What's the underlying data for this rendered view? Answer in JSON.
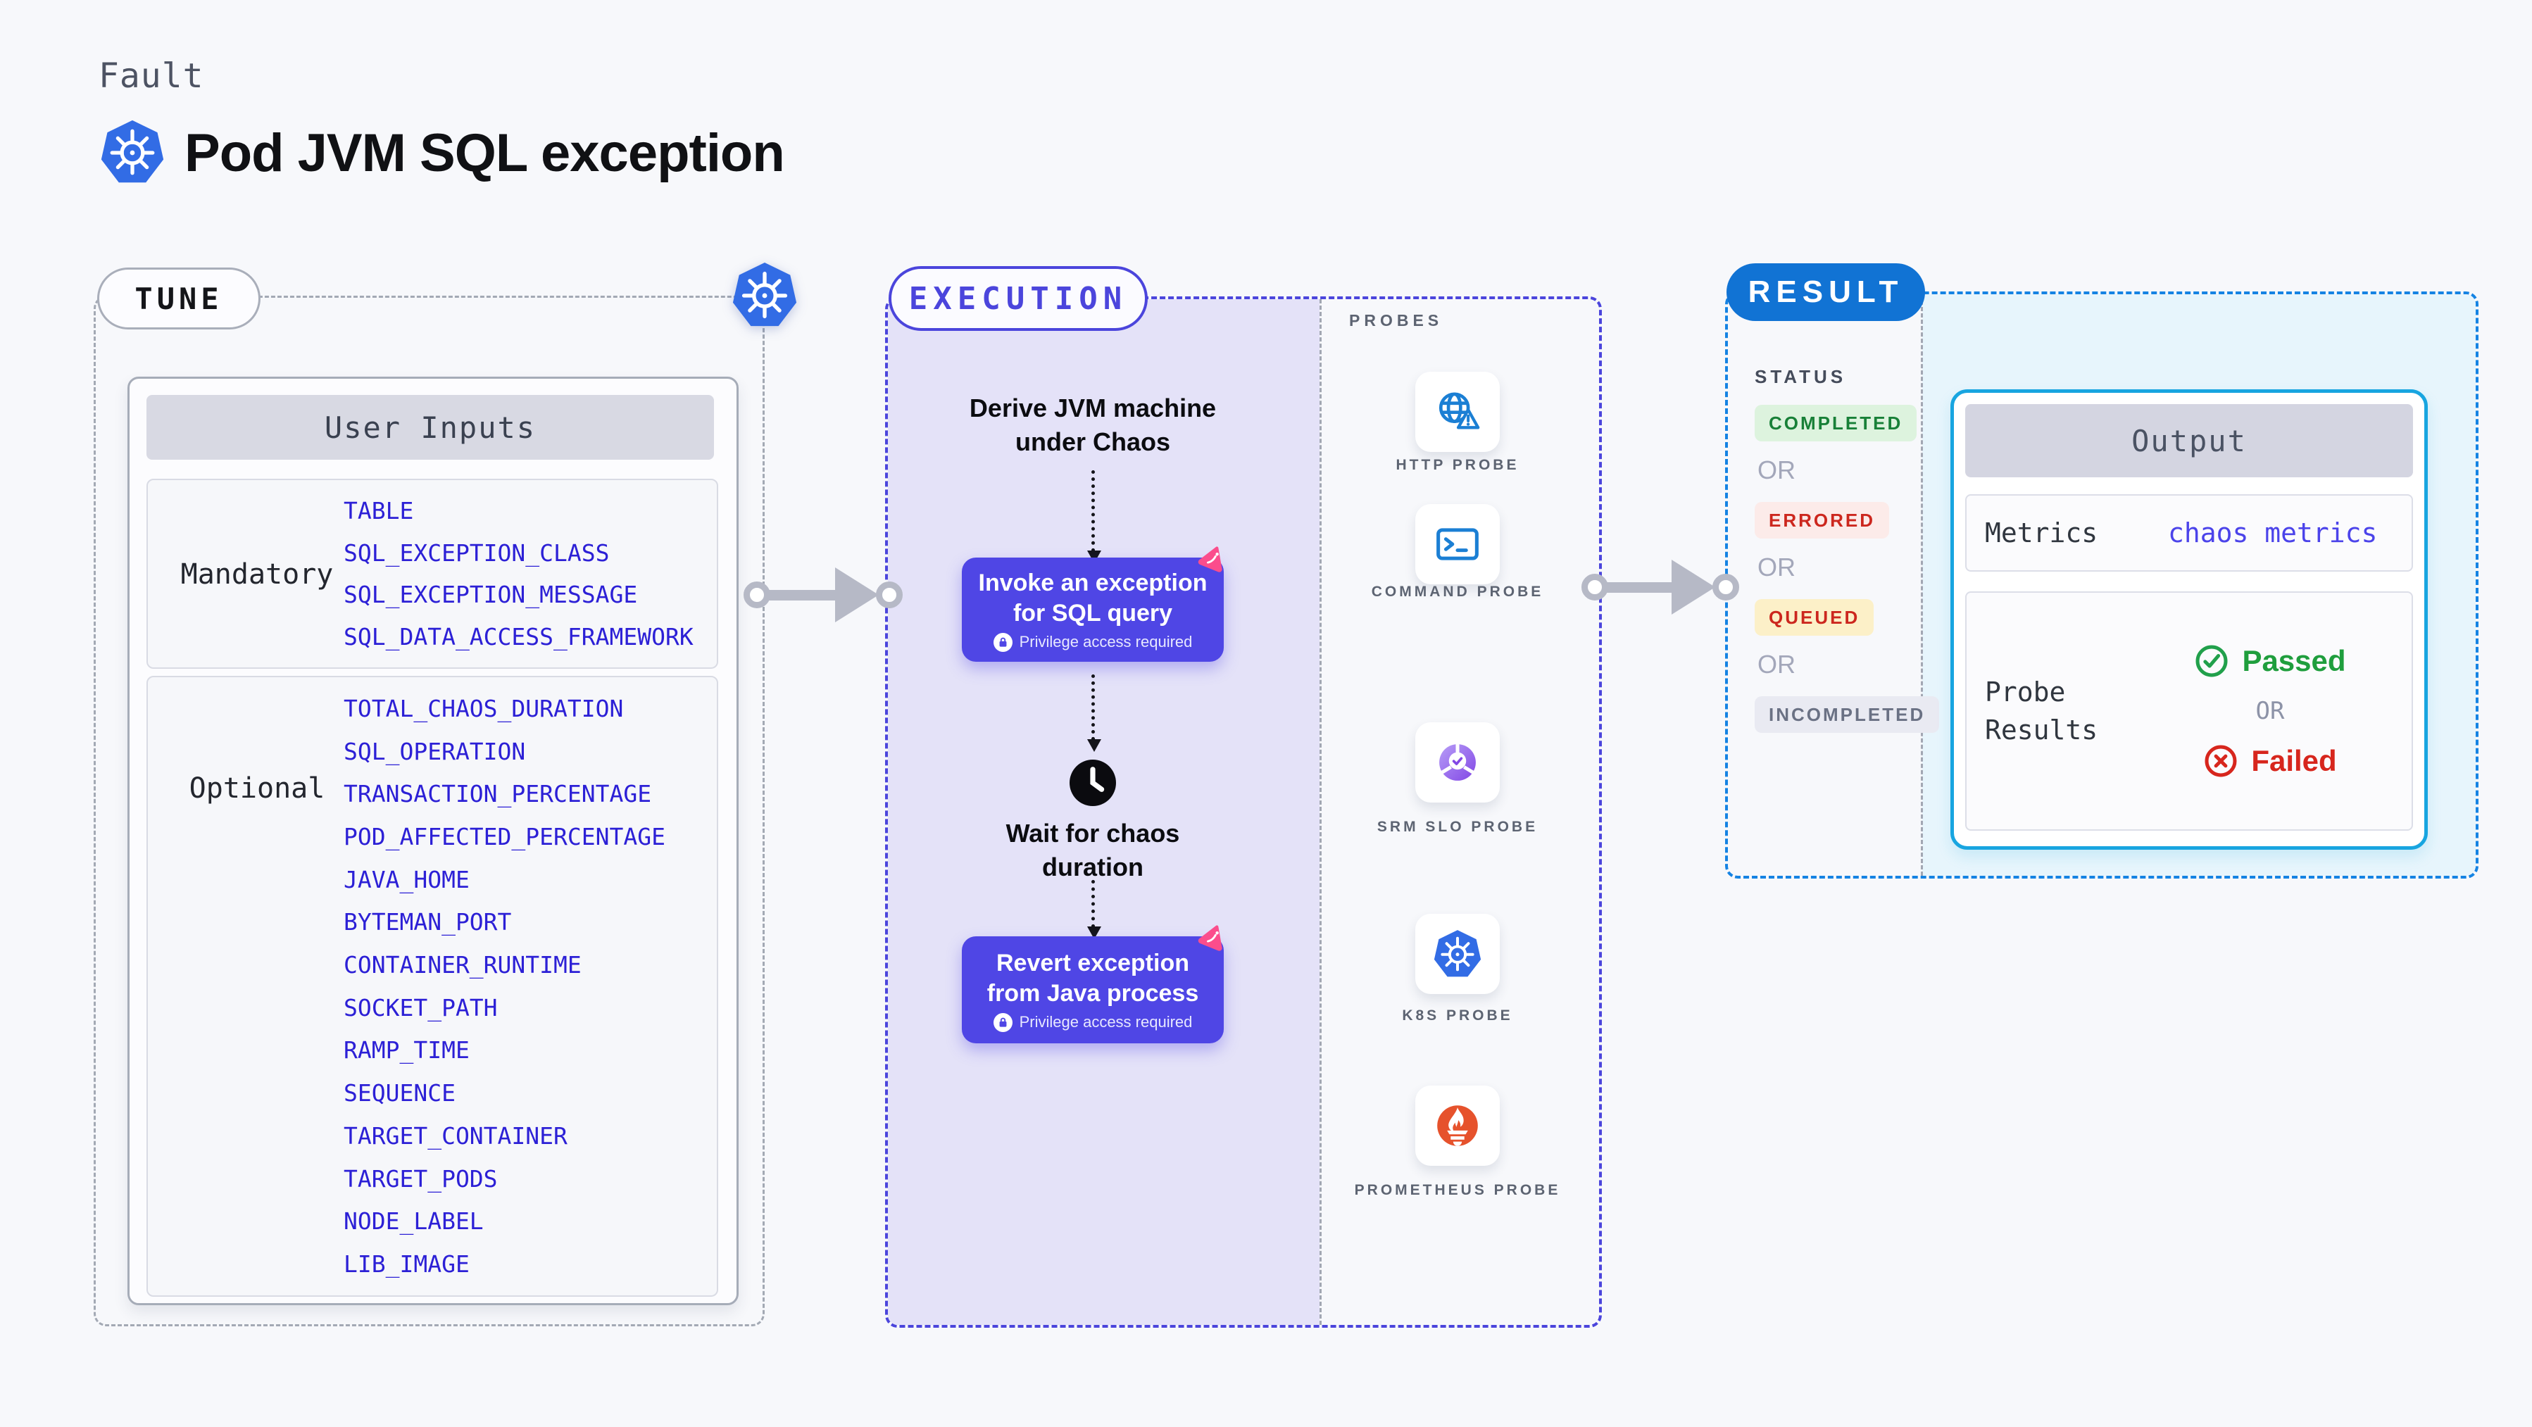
{
  "header": {
    "eyebrow": "Fault",
    "title": "Pod JVM SQL exception"
  },
  "tune": {
    "badge": "TUNE",
    "inputs_title": "User Inputs",
    "groups": [
      {
        "label": "Mandatory",
        "vars": [
          "TABLE",
          "SQL_EXCEPTION_CLASS",
          "SQL_EXCEPTION_MESSAGE",
          "SQL_DATA_ACCESS_FRAMEWORK"
        ]
      },
      {
        "label": "Optional",
        "vars": [
          "TOTAL_CHAOS_DURATION",
          "SQL_OPERATION",
          "TRANSACTION_PERCENTAGE",
          "POD_AFFECTED_PERCENTAGE",
          "JAVA_HOME",
          "BYTEMAN_PORT",
          "CONTAINER_RUNTIME",
          "SOCKET_PATH",
          "RAMP_TIME",
          "SEQUENCE",
          "TARGET_CONTAINER",
          "TARGET_PODS",
          "NODE_LABEL",
          "LIB_IMAGE"
        ]
      }
    ]
  },
  "execution": {
    "badge": "EXECUTION",
    "derive_step": "Derive JVM machine\nunder Chaos",
    "invoke_step": "Invoke an exception\nfor SQL query",
    "wait_step": "Wait for chaos\nduration",
    "revert_step": "Revert exception\nfrom Java process",
    "privilege_note": "Privilege access required"
  },
  "probes": {
    "title": "PROBES",
    "items": [
      {
        "label": "HTTP PROBE",
        "icon": "globe-alert-icon"
      },
      {
        "label": "COMMAND PROBE",
        "icon": "terminal-icon"
      },
      {
        "label": "SRM SLO PROBE",
        "icon": "slo-gauge-icon"
      },
      {
        "label": "K8S PROBE",
        "icon": "kubernetes-icon"
      },
      {
        "label": "PROMETHEUS PROBE",
        "icon": "prometheus-icon"
      }
    ]
  },
  "result": {
    "badge": "RESULT",
    "status_title": "STATUS",
    "or_label": "OR",
    "statuses": [
      {
        "label": "COMPLETED",
        "text_color": "#188038",
        "bg_color": "#ddf3de"
      },
      {
        "label": "ERRORED",
        "text_color": "#cc271e",
        "bg_color": "#fcebe9"
      },
      {
        "label": "QUEUED",
        "text_color": "#cc271e",
        "bg_color": "#fcf0c8"
      },
      {
        "label": "INCOMPLETED",
        "text_color": "#6a7184",
        "bg_color": "#e9eaf2"
      }
    ],
    "output": {
      "title": "Output",
      "metrics_label": "Metrics",
      "metrics_value": "chaos metrics",
      "probe_results_label": "Probe Results",
      "passed_label": "Passed",
      "or_label": "OR",
      "failed_label": "Failed"
    }
  },
  "colors": {
    "page_bg": "#f7f8fb",
    "execution_accent": "#4b45dc",
    "execution_bg": "#e4e2f8",
    "node_indigo": "#4f46e5",
    "result_blue": "#1173d4",
    "output_border_cyan": "#18a5e0",
    "result_bg_cyan": "#e7f5fc",
    "kubernetes_blue": "#326ce5",
    "litmus_pink": "#fb4d8c",
    "probe_icon_blue": "#1b7fd4",
    "slo_purple": "#8247e5",
    "prometheus_orange": "#e6522c",
    "env_var_blue": "#2c20d6",
    "arrow_gray": "#b6b9c6",
    "passed_green": "#1f9e3d",
    "failed_red": "#d7261d"
  }
}
